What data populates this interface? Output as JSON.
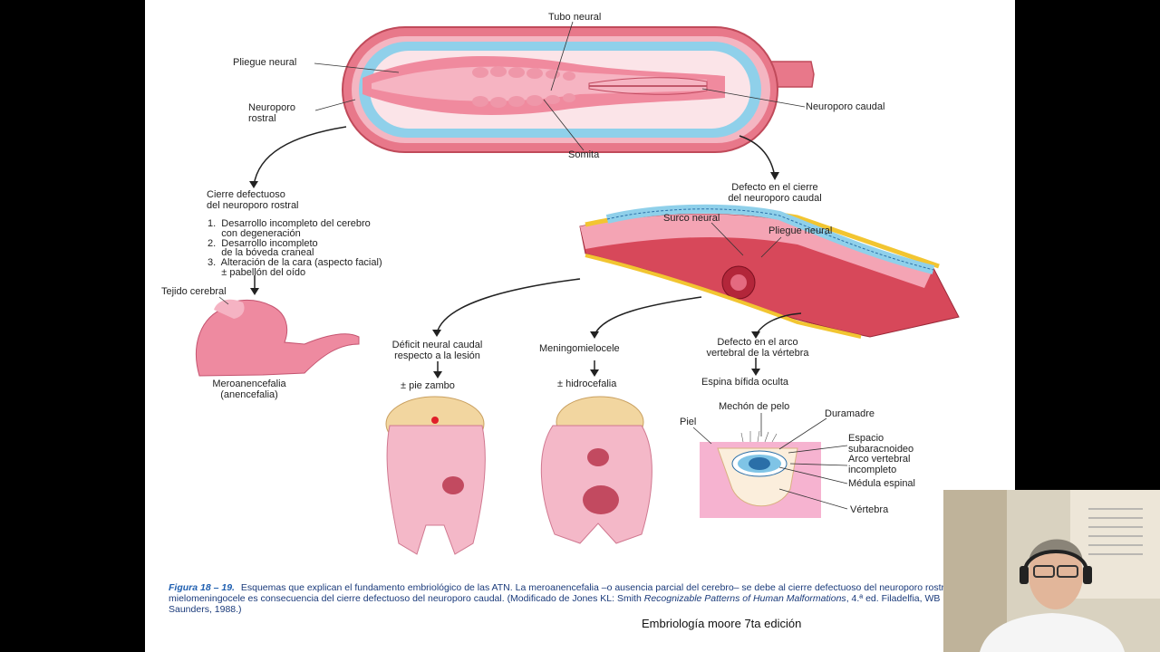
{
  "labels": {
    "tubo_neural": "Tubo neural",
    "pliegue_neural_top": "Pliegue neural",
    "neuroporo_rostral": "Neuroporo\nrostral",
    "neuroporo_caudal": "Neuroporo caudal",
    "somita": "Somita",
    "cierre_defectuoso": "Cierre defectuoso\ndel neuroporo rostral",
    "lista_rostral": "1.  Desarrollo incompleto del cerebro\n     con degeneración\n2.  Desarrollo incompleto\n     de la bóveda craneal\n3.  Alteración de la cara (aspecto facial)\n     ± pabellón del oído",
    "tejido_cerebral": "Tejido cerebral",
    "meroanencefalia": "Meroanencefalia\n(anencefalia)",
    "defecto_caudal": "Defecto en el cierre\ndel neuroporo caudal",
    "surco_neural": "Surco neural",
    "pliegue_neural_mid": "Pliegue neural",
    "deficit": "Déficit neural caudal\nrespecto a la lesión",
    "meningomielocele": "Meningomielocele",
    "defecto_arco": "Defecto en el arco\nvertebral de la vértebra",
    "pie_zambo": "± pie zambo",
    "hidrocefalia": "± hidrocefalia",
    "espina_bifida": "Espina bífida oculta",
    "mechon": "Mechón de pelo",
    "piel": "Piel",
    "duramadre": "Duramadre",
    "espacio": "Espacio\nsubaracnoideo",
    "arco_incompleto": "Arco vertebral\nincompleto",
    "medula": "Médula espinal",
    "vertebra": "Vértebra"
  },
  "caption": {
    "figure_number": "Figura 18 – 19.",
    "text": "Esquemas que explican el fundamento embriológico de las ATN. La meroanencefalia –o ausencia parcial del cerebro– se debe al cierre defectuoso del neuroporo rostral y el mielomeningocele es consecuencia del cierre defectuoso del neuroporo caudal. (Modificado de Jones KL: Smith",
    "italic_text": "Recognizable Patterns of Human Malformations",
    "tail": ", 4.ª ed. Filadelfia, WB Saunders, 1988.)"
  },
  "source_note": "Embriología moore 7ta edición",
  "colors": {
    "page": "#ffffff",
    "embryo_outer": "#e8788a",
    "embryo_blue": "#8fd0ea",
    "neural_pink": "#f0a0b0",
    "caption_blue": "#1f5fb0",
    "vertebra_pink": "#f6b3d0"
  }
}
